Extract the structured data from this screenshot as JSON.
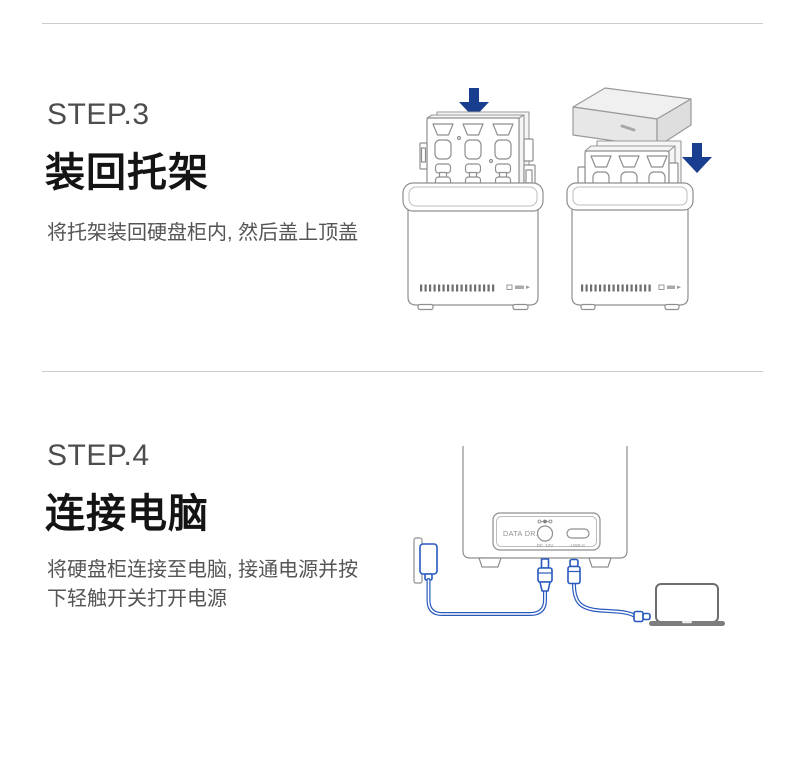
{
  "sections": [
    {
      "step_label": "STEP.3",
      "title": "装回托架",
      "description": "将托架装回硬盘柜内, 然后盖上顶盖"
    },
    {
      "step_label": "STEP.4",
      "title": "连接电脑",
      "description": "将硬盘柜连接至电脑, 接通电源并按下轻触开关打开电源"
    }
  ],
  "rear_panel": {
    "brand": "DATA DR.",
    "dc_label": "DC 12V",
    "usb_label": "USB-C"
  },
  "icons": {
    "insert_tray_arrow": "down-arrow-icon",
    "close_lid_arrow": "down-arrow-icon",
    "dc_polarity": "dc-polarity-icon"
  },
  "colors": {
    "arrow_navy": "#1a3e8f",
    "cable_blue": "#2859bd",
    "outline_gray": "#8f8f8f",
    "divider_gray": "#cccccc",
    "step_label_gray": "#4d4d4d",
    "heading_black": "#141414",
    "description_gray": "#555555",
    "lid_fill_gray": "#eaeaea",
    "background": "#ffffff"
  }
}
